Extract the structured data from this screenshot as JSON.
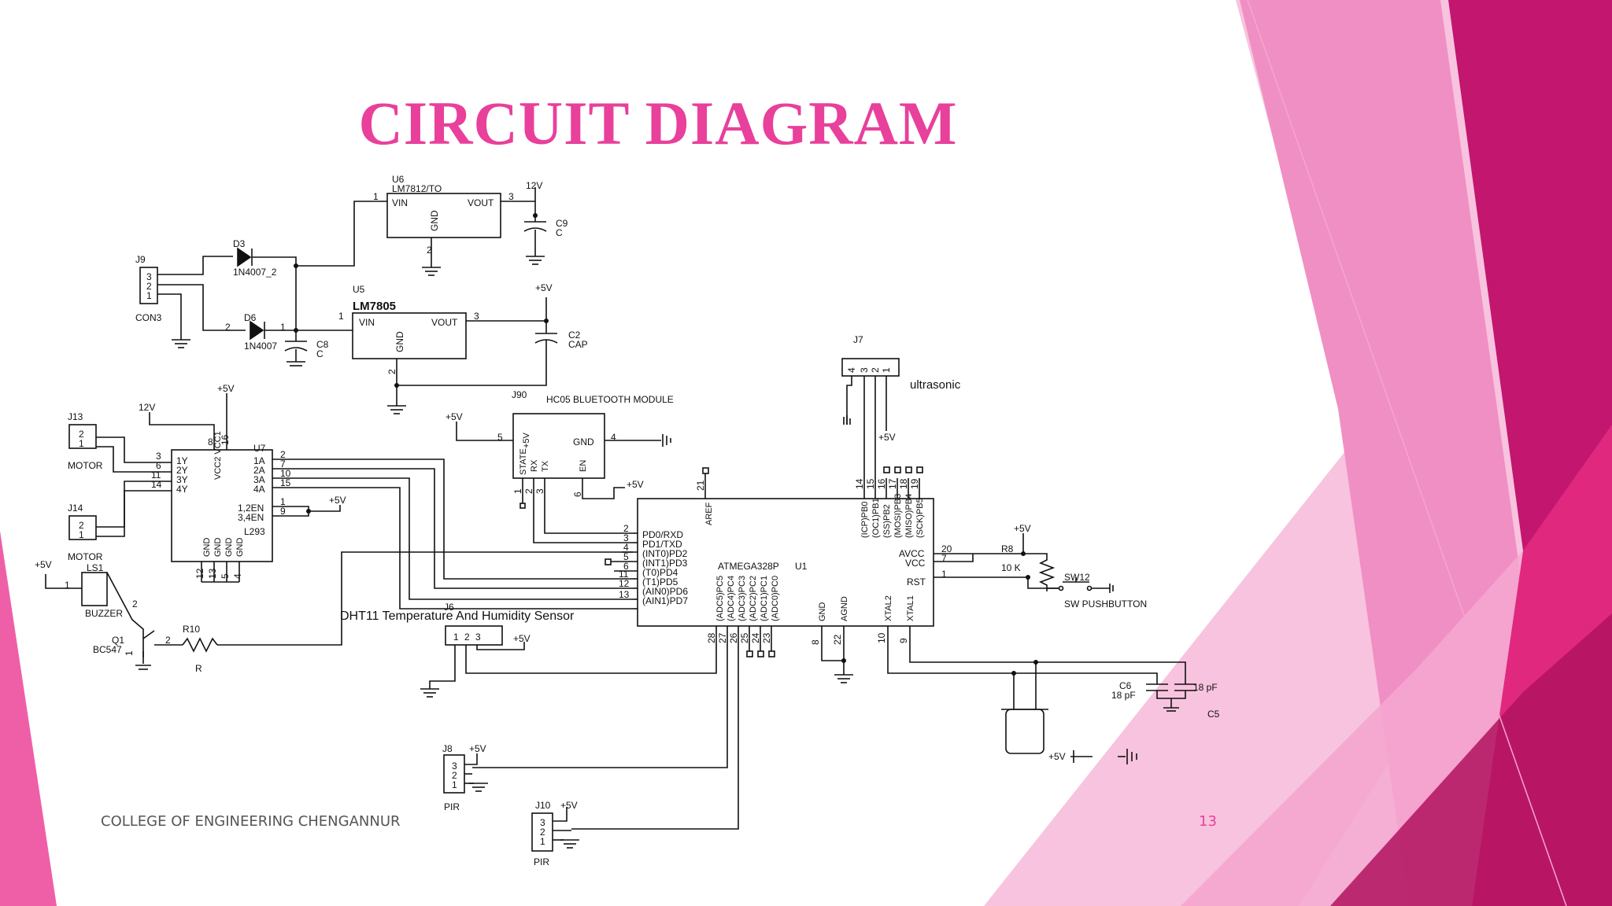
{
  "slide": {
    "title": "CIRCUIT DIAGRAM",
    "footer": "COLLEGE OF ENGINEERING CHENGANNUR",
    "page_number": "13"
  },
  "colors": {
    "accent": "#e8409b",
    "dark_pink": "#c2166f",
    "light_pink": "#f7b8d8"
  },
  "schematic": {
    "u6": {
      "ref": "U6",
      "part": "LM7812/TO",
      "vin": "VIN",
      "vout": "VOUT",
      "gnd": "GND",
      "p1": "1",
      "p2": "2",
      "p3": "3"
    },
    "u5": {
      "ref": "U5",
      "part": "LM7805",
      "vin": "VIN",
      "vout": "VOUT",
      "gnd": "GND",
      "p1": "1",
      "p2": "2",
      "p3": "3"
    },
    "j9": {
      "ref": "J9",
      "name": "CON3",
      "p3": "3",
      "p2": "2",
      "p1": "1"
    },
    "d3": {
      "ref": "D3",
      "part": "1N4007_2"
    },
    "d6": {
      "ref": "D6",
      "part": "1N4007",
      "p2": "2",
      "p1": "1"
    },
    "c9": {
      "ref": "C9",
      "val": "C"
    },
    "c8": {
      "ref": "C8",
      "val": "C"
    },
    "c2": {
      "ref": "C2",
      "val": "CAP"
    },
    "net_12v": "12V",
    "net_5v": "+5V",
    "j7": {
      "ref": "J7",
      "name": "ultrasonic",
      "pins": [
        "4",
        "3",
        "2",
        "1"
      ]
    },
    "bt": {
      "ref": "J90",
      "name": "HC05 BLUETOOTH MODULE",
      "p5v": "+5V",
      "gnd": "GND",
      "state": "STATE",
      "rx": "RX",
      "tx": "TX",
      "en": "EN",
      "n5": "5",
      "n4": "4",
      "n1": "1",
      "n2": "2",
      "n3": "3",
      "n6": "6"
    },
    "u7": {
      "ref": "U7",
      "part": "L293",
      "vcc": "VCC2 VCC1",
      "en12": "1,2EN",
      "en34": "3,4EN",
      "left_pins": [
        "3",
        "6",
        "11",
        "14"
      ],
      "outs": [
        "1Y",
        "2Y",
        "3Y",
        "4Y"
      ],
      "ins": [
        "1A",
        "2A",
        "3A",
        "4A"
      ],
      "right_pins": [
        "2",
        "7",
        "10",
        "15"
      ],
      "gnd_pins": [
        "12",
        "13",
        "5",
        "4"
      ],
      "top_pins": [
        "8",
        "16"
      ],
      "gnd": "GND",
      "p1": "1",
      "p9": "9"
    },
    "j13": {
      "ref": "J13",
      "name": "MOTOR",
      "p2": "2",
      "p1": "1"
    },
    "j14": {
      "ref": "J14",
      "name": "MOTOR",
      "p2": "2",
      "p1": "1"
    },
    "ls1": {
      "ref": "LS1",
      "name": "BUZZER",
      "p1": "1",
      "p2": "2"
    },
    "q1": {
      "ref": "Q1",
      "part": "BC547",
      "p1": "1",
      "p2": "2"
    },
    "r10": {
      "ref": "R10",
      "val": "R"
    },
    "dht": {
      "ref": "J6",
      "name": "DHT11 Temperature And Humidity Sensor",
      "pins": [
        "1",
        "2",
        "3"
      ]
    },
    "mcu": {
      "ref": "U1",
      "part": "ATMEGA328P",
      "aref": "AREF",
      "left": [
        "PD0/RXD",
        "PD1/TXD",
        "(INT0)PD2",
        "(INT1)PD3",
        "(T0)PD4",
        "(T1)PD5",
        "(AIN0)PD6",
        "(AIN1)PD7"
      ],
      "left_pins": [
        "2",
        "3",
        "4",
        "5",
        "6",
        "11",
        "12",
        "13"
      ],
      "top": [
        "(ICP)PB0",
        "(OC1)PB1",
        "(SS)PB2",
        "(MOSI)PB3",
        "(MISO)PB4",
        "(SCK)PB5"
      ],
      "top_pins": [
        "14",
        "15",
        "16",
        "17",
        "18",
        "19"
      ],
      "bottom": [
        "(ADC5)PC5",
        "(ADC4)PC4",
        "(ADC3)PC3",
        "(ADC2)PC2",
        "(ADC1)PC1",
        "(ADC0)PC0"
      ],
      "bottom_pins": [
        "28",
        "27",
        "26",
        "25",
        "24",
        "23"
      ],
      "gnd": "GND",
      "agnd": "AGND",
      "xtal2": "XTAL2",
      "xtal1": "XTAL1",
      "avcc": "AVCC",
      "vcc": "VCC",
      "rst": "RST",
      "p21": "21",
      "p8": "8",
      "p22": "22",
      "p10": "10",
      "p9": "9",
      "p20": "20",
      "p7": "7",
      "p1": "1"
    },
    "r8": {
      "ref": "R8",
      "val": "10 K"
    },
    "sw12": {
      "ref": "SW12",
      "name": "SW PUSHBUTTON"
    },
    "c6": {
      "ref": "C6",
      "val": "18 pF"
    },
    "c5": {
      "ref": "C5",
      "val": "18 pF"
    },
    "j8": {
      "ref": "J8",
      "name": "PIR",
      "pins": [
        "3",
        "2",
        "1"
      ]
    },
    "j10": {
      "ref": "J10",
      "name": "PIR",
      "pins": [
        "3",
        "2",
        "1"
      ]
    }
  }
}
